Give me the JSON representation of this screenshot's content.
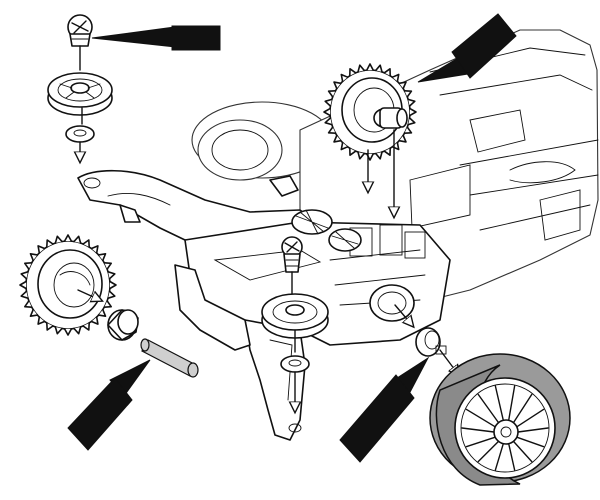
{
  "figure": {
    "kind": "exploded assembly illustration",
    "background": "#ffffff",
    "line_color": "#111111",
    "tire_color": "#9a9a9a"
  },
  "parts": [
    {
      "id": "front-pinion-screw",
      "icon": "screw-icon"
    },
    {
      "id": "front-pulley-wheel",
      "icon": "pulley-icon"
    },
    {
      "id": "front-washer",
      "icon": "washer-icon"
    },
    {
      "id": "rear-spur-gear",
      "icon": "gear-icon"
    },
    {
      "id": "left-spur-gear",
      "icon": "gear-icon"
    },
    {
      "id": "bearing-bushing",
      "icon": "bushing-icon"
    },
    {
      "id": "axle-shaft",
      "icon": "shaft-icon"
    },
    {
      "id": "center-screw",
      "icon": "screw-icon"
    },
    {
      "id": "center-pulley-wheel",
      "icon": "pulley-icon"
    },
    {
      "id": "center-washer",
      "icon": "washer-icon"
    },
    {
      "id": "wheel-bushing",
      "icon": "bushing-icon"
    },
    {
      "id": "tire-wheel",
      "icon": "tire-icon"
    },
    {
      "id": "chassis-frame",
      "icon": "chassis-icon"
    }
  ],
  "pointers": [
    {
      "id": "pointer-front-screw",
      "icon": "pointer-pen-icon"
    },
    {
      "id": "pointer-rear-gear",
      "icon": "pointer-pen-icon"
    },
    {
      "id": "pointer-axle",
      "icon": "pointer-pen-icon"
    },
    {
      "id": "pointer-wheel",
      "icon": "pointer-pen-icon"
    }
  ]
}
